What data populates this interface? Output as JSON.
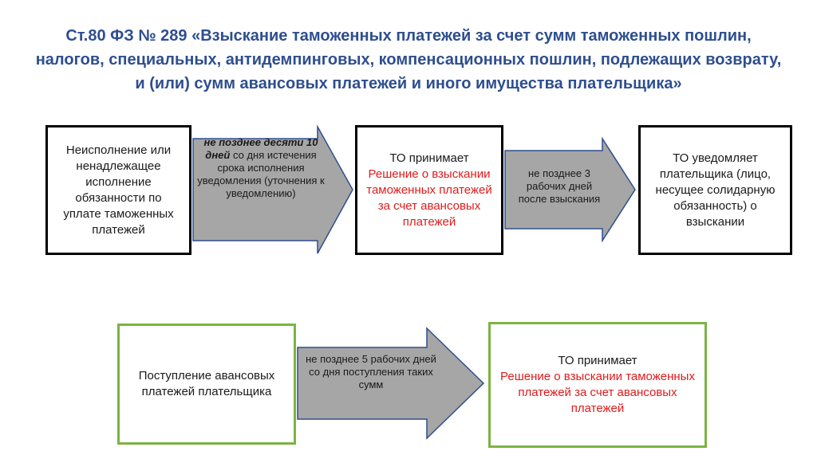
{
  "title": "Ст.80 ФЗ № 289 «Взыскание таможенных платежей за счет сумм таможенных пошлин, налогов, специальных, антидемпинговых, компенсационных пошлин, подлежащих возврату, и (или) сумм авансовых платежей и иного имущества плательщика»",
  "row1": {
    "box1": "Неисполнение или ненадлежащее исполнение обязанности по уплате таможенных платежей",
    "arrow1": {
      "emphasis": "не позднее десяти 10 дней",
      "rest": " со дня истечения срока исполнения уведомления (уточнения к уведомлению)"
    },
    "box2": {
      "line1": "ТО принимает",
      "red": "Решение о взыскании таможенных платежей за счет авансовых платежей"
    },
    "arrow2": "не позднее 3 рабочих дней после взыскания",
    "box3": "ТО уведомляет плательщика (лицо, несущее солидарную обязанность) о взыскании"
  },
  "row2": {
    "box1": "Поступление авансовых платежей плательщика",
    "arrow": "не позднее 5 рабочих дней со дня поступления таких сумм",
    "box2": {
      "line1": "ТО принимает",
      "red": "Решение о взыскании таможенных платежей за счет авансовых платежей"
    }
  },
  "colors": {
    "title": "#2E4E8F",
    "arrow_fill": "#A6A6A6",
    "arrow_stroke": "#2F4F8F",
    "accent_red": "#E01B1B",
    "green_border": "#7CB342"
  }
}
